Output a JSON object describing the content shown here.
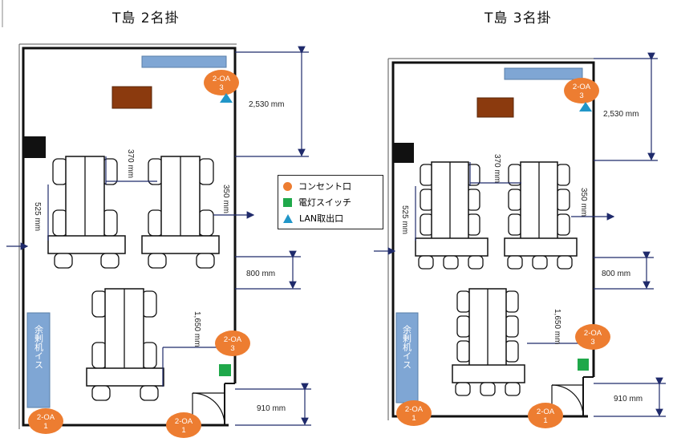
{
  "titles": {
    "left": "T島 2名掛",
    "right": "T島 3名掛"
  },
  "legend": {
    "items": [
      {
        "label": "コンセント口",
        "icon": "outlet-circle-icon",
        "color": "#ED7D31"
      },
      {
        "label": "電灯スイッチ",
        "icon": "switch-square-icon",
        "color": "#1FA84A"
      },
      {
        "label": "LAN取出口",
        "icon": "lan-triangle-icon",
        "color": "#2196C8"
      }
    ]
  },
  "dimensions": {
    "top": "2,530 mm",
    "aisle_gap": "370 mm",
    "side_gap": "350 mm",
    "left_gap": "525 mm",
    "row_gap": "800 mm",
    "bottom_depth": "1,650 mm",
    "door": "910 mm"
  },
  "outlets": {
    "top": {
      "line1": "2-OA",
      "line2": "3"
    },
    "right": {
      "line1": "2-OA",
      "line2": "3"
    },
    "bottom_left": {
      "line1": "2-OA",
      "line2": "1"
    },
    "bottom_center": {
      "line1": "2-OA",
      "line2": "1"
    }
  },
  "storage_label": "余剰机イス",
  "colors": {
    "outlet": "#ED7D31",
    "switch": "#1FA84A",
    "lan": "#2196C8",
    "cabinet": "#8B3A0E",
    "panel": "#7FA6D4",
    "dim_line": "#1F2A6B"
  }
}
